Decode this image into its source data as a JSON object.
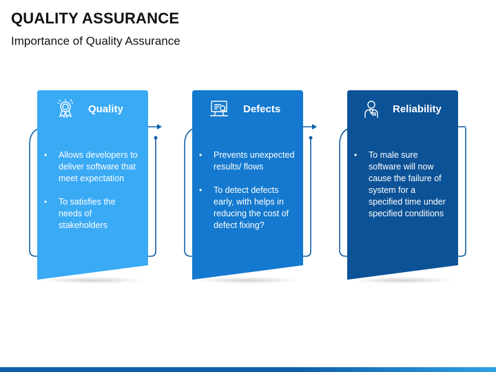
{
  "header": {
    "title": "QUALITY ASSURANCE",
    "subtitle": "Importance of Quality Assurance"
  },
  "colors": {
    "card1": "#3aaaf5",
    "card2": "#1479cf",
    "card3": "#0c5296",
    "connector": "#0e5fa8",
    "bottom_bar": "#0e5fa8"
  },
  "cards": [
    {
      "title": "Quality",
      "icon": "award-ribbon-icon",
      "bullets": [
        "Allows developers to deliver software that meet expectation",
        "To satisfies the needs of stakeholders"
      ]
    },
    {
      "title": "Defects",
      "icon": "monitor-inspection-icon",
      "bullets": [
        "Prevents unexpected results/ flows",
        "To detect defects early, with helps in reducing the cost of defect fixing?"
      ]
    },
    {
      "title": "Reliability",
      "icon": "person-badge-icon",
      "bullets": [
        "To male sure software will now cause the failure of system for a specified time under specified conditions"
      ]
    }
  ]
}
